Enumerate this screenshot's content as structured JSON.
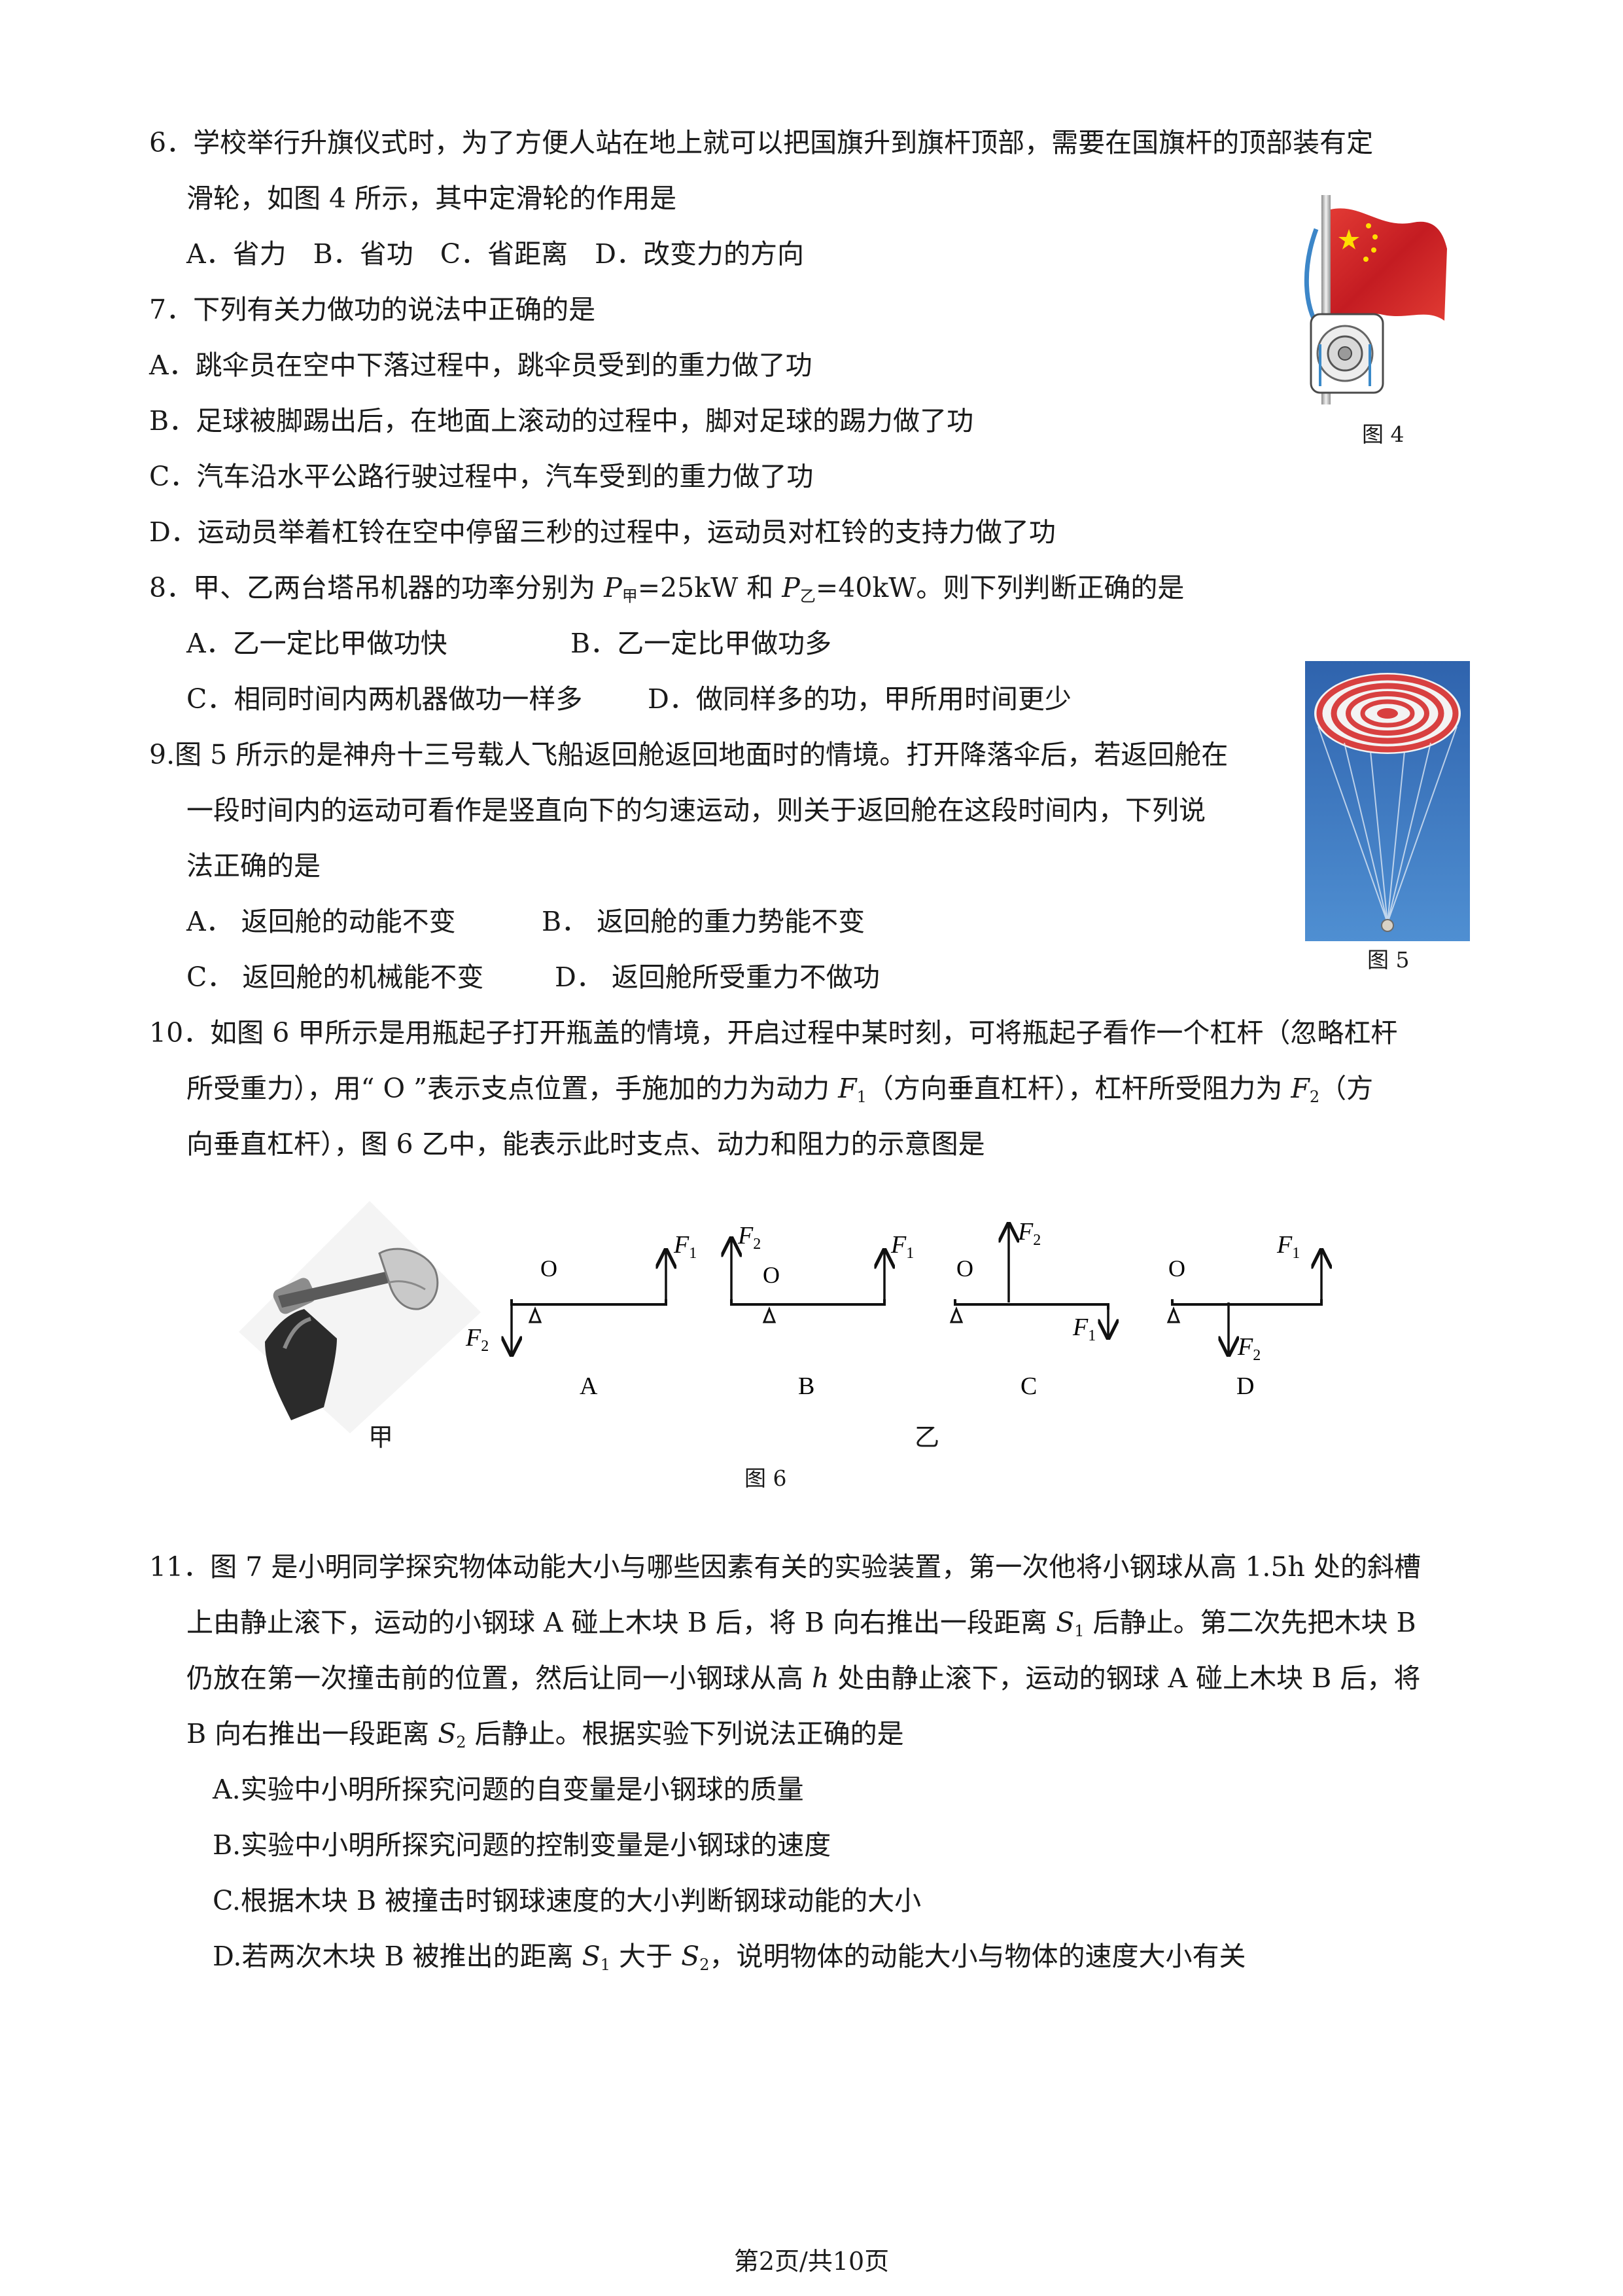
{
  "q6": {
    "line1": "6．学校举行升旗仪式时，为了方便人站在地上就可以把国旗升到旗杆顶部，需要在国旗杆的顶部装有定",
    "line2": "滑轮，如图 4 所示，其中定滑轮的作用是",
    "options": "A．省力　B．省功　C．省距离　D．改变力的方向",
    "figure_caption": "图 4"
  },
  "q7": {
    "stem": "7．下列有关力做功的说法中正确的是",
    "a": "A．跳伞员在空中下落过程中，跳伞员受到的重力做了功",
    "b": "B．足球被脚踢出后，在地面上滚动的过程中，脚对足球的踢力做了功",
    "c": "C．汽车沿水平公路行驶过程中，汽车受到的重力做了功",
    "d": "D．运动员举着杠铃在空中停留三秒的过程中，运动员对杠铃的支持力做了功"
  },
  "q8": {
    "stem_a": "8．甲、乙两台塔吊机器的功率分别为 ",
    "p": "P",
    "sub_jia": "甲",
    "val_jia": "=25kW 和 ",
    "sub_yi": "乙",
    "val_yi": "=40kW。则下列判断正确的是",
    "a": "A．乙一定比甲做功快",
    "b": "B．乙一定比甲做功多",
    "c": "C．相同时间内两机器做功一样多",
    "d": "D．做同样多的功，甲所用时间更少"
  },
  "q9": {
    "line1": "9.图 5 所示的是神舟十三号载人飞船返回舱返回地面时的情境。打开降落伞后，若返回舱在",
    "line2": "一段时间内的运动可看作是竖直向下的匀速运动，则关于返回舱在这段时间内，下列说",
    "line3": "法正确的是",
    "a": "A．  返回舱的动能不变",
    "b": "B．  返回舱的重力势能不变",
    "c": "C．  返回舱的机械能不变",
    "d": "D．  返回舱所受重力不做功",
    "figure_caption": "图 5"
  },
  "q10": {
    "line1": "10．如图  6  甲所示是用瓶起子打开瓶盖的情境，开启过程中某时刻，可将瓶起子看作一个杠杆（忽略杠杆",
    "line2a": "所受重力），用“ O ”表示支点位置，手施加的力为动力 ",
    "f": "F",
    "one": "1",
    "two": "2",
    "line2b": "（方向垂直杠杆），杠杆所受阻力为 ",
    "line2c": "（方",
    "line3": "向垂直杠杆），图 6 乙中，能表示此时支点、动力和阻力的示意图是",
    "photo_label": "甲",
    "group_label": "乙",
    "figure_caption": "图 6",
    "fulcrum": "O",
    "diagram_labels": [
      "A",
      "B",
      "C",
      "D"
    ]
  },
  "q11": {
    "line1": "11．图 7 是小明同学探究物体动能大小与哪些因素有关的实验装置，第一次他将小钢球从高 1.5h 处的斜槽",
    "line2a": "上由静止滚下，运动的小钢球 A 碰上木块 B 后，将 B 向右推出一段距离 ",
    "s": "S",
    "one": "1",
    "two": "2",
    "line2b": " 后静止。第二次先把木块 B",
    "line3a": "仍放在第一次撞击前的位置，然后让同一小钢球从高 ",
    "h": "h",
    "line3b": " 处由静止滚下，运动的钢球 A 碰上木块 B 后，将",
    "line4a": "B 向右推出一段距离 ",
    "line4b": " 后静止。根据实验下列说法正确的是",
    "a": "A.实验中小明所探究问题的自变量是小钢球的质量",
    "b": "B.实验中小明所探究问题的控制变量是小钢球的速度",
    "c": "C.根据木块 B 被撞击时钢球速度的大小判断钢球动能的大小",
    "d_a": "D.若两次木块 B 被推出的距离 ",
    "d_b": " 大于 ",
    "d_c": "，说明物体的动能大小与物体的速度大小有关"
  },
  "footer": {
    "page": "第2页/共10页"
  },
  "colors": {
    "flag": "#d7252a",
    "star": "#ffde00",
    "sky": "#3a6fb8",
    "parachute": "#d84040"
  }
}
